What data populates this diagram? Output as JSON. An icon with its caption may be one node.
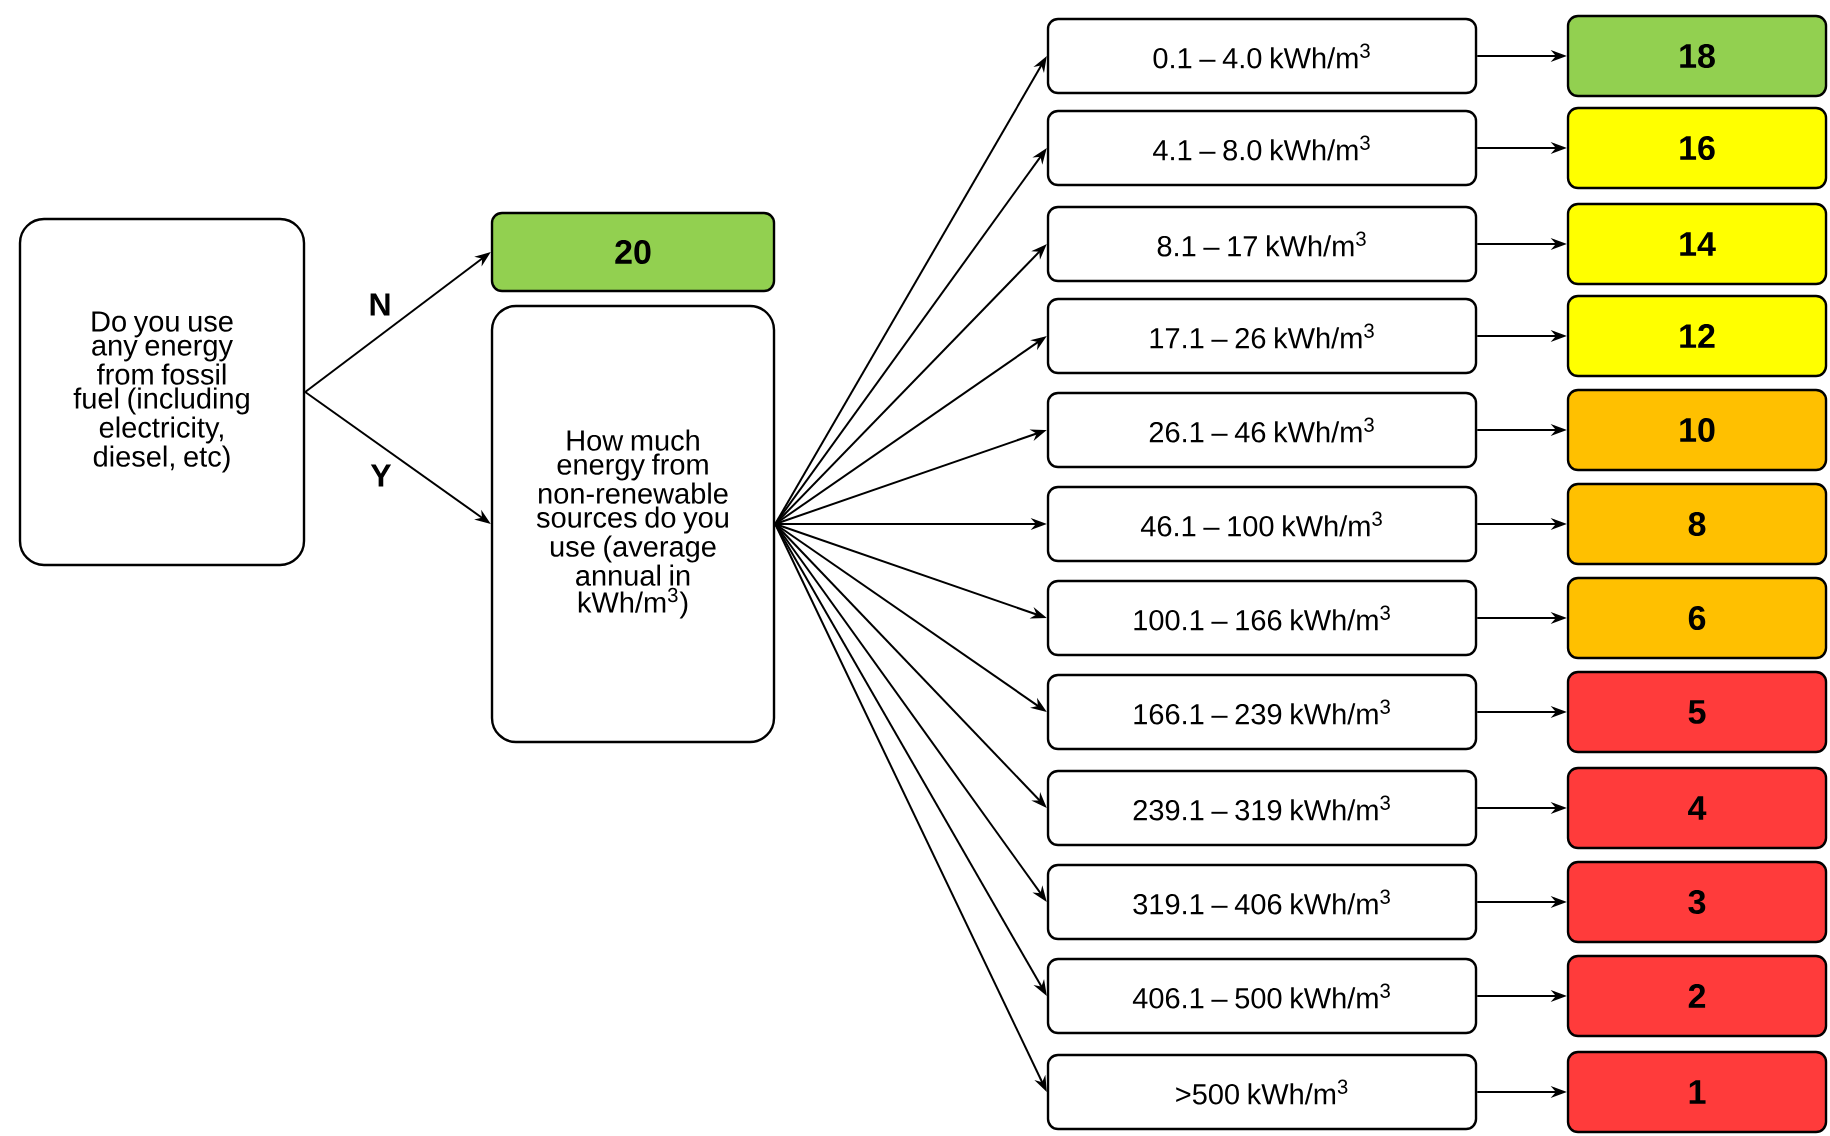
{
  "diagram": {
    "nodes": [
      {
        "text": [
          "Do you use any energy from fossil fuel (including electricity, diesel, etc)"
        ]
      },
      {
        "text": [
          "20"
        ]
      },
      {
        "text": [
          "How much energy from non-renewable sources do you use (average annual in kWh/m$^{3}$)"
        ]
      },
      {
        "text": [
          "0.1 – 4.0 kWh/m$^{3}$"
        ]
      },
      {
        "text": [
          "4.1 – 8.0 kWh/m$^{3}$"
        ]
      },
      {
        "text": [
          "8.1 – 17 kWh/m$^{3}$"
        ]
      },
      {
        "text": [
          "17.1 – 26 kWh/m$^{3}$"
        ]
      },
      {
        "text": [
          "26.1 – 46 kWh/m$^{3}$"
        ]
      },
      {
        "text": [
          "46.1 – 100 kWh/m$^{3}$"
        ]
      },
      {
        "text": [
          "100.1 – 166 kWh/m$^{3}$"
        ]
      },
      {
        "text": [
          "166.1 – 239 kWh/m$^{3}$"
        ]
      },
      {
        "text": [
          "239.1 – 319 kWh/m$^{3}$"
        ]
      },
      {
        "text": [
          "319.1 – 406 kWh/m$^{3}$"
        ]
      },
      {
        "text": [
          "406.1 – 500 kWh/m$^{3}$"
        ]
      },
      {
        "text": [
          ">500 kWh/m$^{3}$"
        ]
      },
      {
        "text": [
          "18"
        ]
      },
      {
        "text": [
          "16"
        ]
      },
      {
        "text": [
          "14"
        ]
      },
      {
        "text": [
          "12"
        ]
      },
      {
        "text": [
          "10"
        ]
      },
      {
        "text": [
          "8"
        ]
      },
      {
        "text": [
          "6"
        ]
      },
      {
        "text": [
          "5"
        ]
      },
      {
        "text": [
          "4"
        ]
      },
      {
        "text": [
          "3"
        ]
      },
      {
        "text": [
          "2"
        ]
      },
      {
        "text": [
          "1"
        ]
      }
    ],
    "edges": [
      {
        "from": 0,
        "to": 1,
        "arrow": "to",
        "label": "N"
      },
      {
        "from": 0,
        "to": 2,
        "arrow": "to",
        "label": "Y"
      },
      {
        "from": 2,
        "to": 3,
        "arrow": "to"
      },
      {
        "from": 2,
        "to": 4,
        "arrow": "to"
      },
      {
        "from": 2,
        "to": 5,
        "arrow": "to"
      },
      {
        "from": 2,
        "to": 6,
        "arrow": "to"
      },
      {
        "from": 2,
        "to": 7,
        "arrow": "to"
      },
      {
        "from": 2,
        "to": 8,
        "arrow": "to"
      },
      {
        "from": 2,
        "to": 9,
        "arrow": "to"
      },
      {
        "from": 2,
        "to": 10,
        "arrow": "to"
      },
      {
        "from": 2,
        "to": 11,
        "arrow": "to"
      },
      {
        "from": 2,
        "to": 12,
        "arrow": "to"
      },
      {
        "from": 2,
        "to": 13,
        "arrow": "to"
      },
      {
        "from": 2,
        "to": 14,
        "arrow": "to"
      },
      {
        "from": 3,
        "to": 15,
        "arrow": "to"
      },
      {
        "from": 4,
        "to": 16,
        "arrow": "to"
      },
      {
        "from": 5,
        "to": 17,
        "arrow": "to"
      },
      {
        "from": 6,
        "to": 18,
        "arrow": "to"
      },
      {
        "from": 7,
        "to": 19,
        "arrow": "to"
      },
      {
        "from": 8,
        "to": 20,
        "arrow": "to"
      },
      {
        "from": 9,
        "to": 21,
        "arrow": "to"
      },
      {
        "from": 10,
        "to": 22,
        "arrow": "to"
      },
      {
        "from": 11,
        "to": 23,
        "arrow": "to"
      },
      {
        "from": 12,
        "to": 24,
        "arrow": "to"
      },
      {
        "from": 13,
        "to": 25,
        "arrow": "to"
      },
      {
        "from": 14,
        "to": 26,
        "arrow": "to"
      }
    ]
  }
}
